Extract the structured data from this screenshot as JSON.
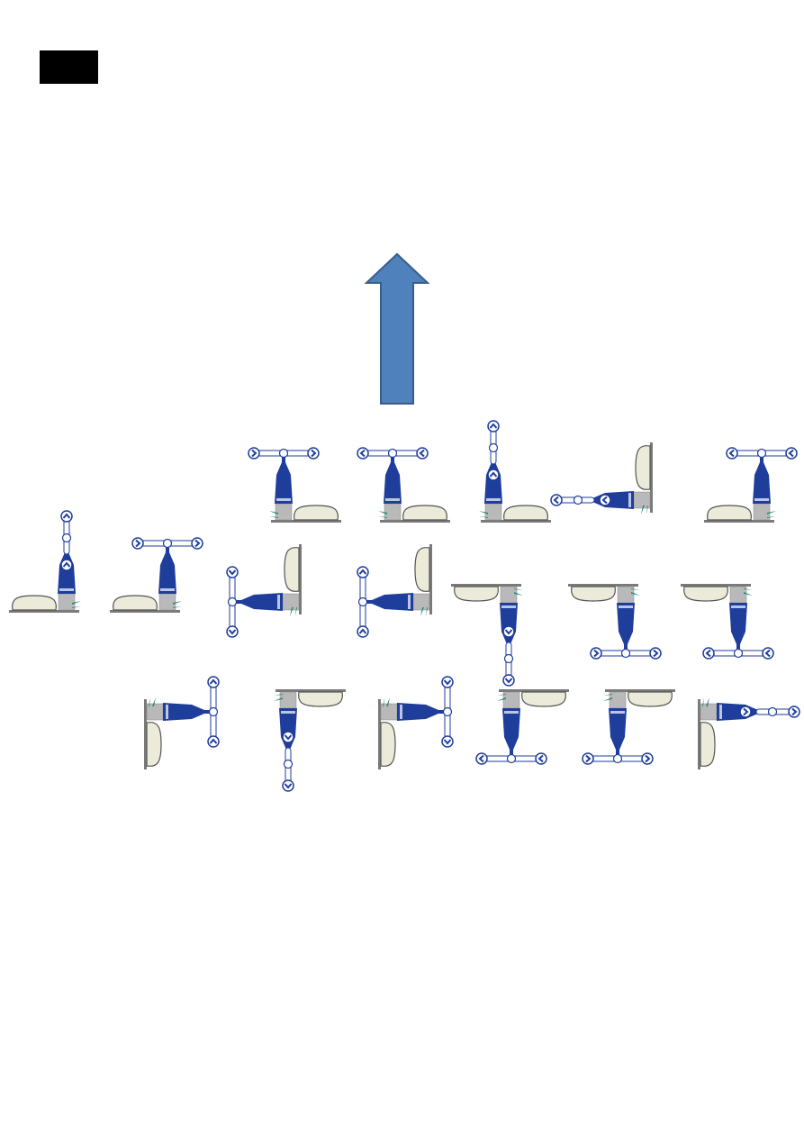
{
  "page": {
    "colors": {
      "tab": "#000000",
      "arrow_fill": "#4f81bd",
      "arrow_stroke": "#385d8a",
      "body": "#1f3e9b",
      "skirt": "#b9b9b9",
      "base": "#7a7a7a",
      "pad": "#ecead8",
      "accent": "#2a8a7c"
    }
  },
  "tab": {
    "label": ""
  },
  "arrow": {
    "direction": "up",
    "icon": "up-arrow-icon"
  },
  "units": [
    {
      "name": "unit-1",
      "orient": "up",
      "handle": "t-h",
      "arrows": "right",
      "flip": false
    },
    {
      "name": "unit-2",
      "orient": "up",
      "handle": "t-h",
      "arrows": "left",
      "flip": false
    },
    {
      "name": "unit-3",
      "orient": "up",
      "handle": "t-v",
      "arrows": "up",
      "flip": false
    },
    {
      "name": "unit-4",
      "orient": "left",
      "handle": "t-v",
      "arrows": "left",
      "flip": false
    },
    {
      "name": "unit-5",
      "orient": "up",
      "handle": "t-h",
      "arrows": "right",
      "flip": true
    },
    {
      "name": "unit-6",
      "orient": "up",
      "handle": "t-v",
      "arrows": "up",
      "flip": true
    },
    {
      "name": "unit-7",
      "orient": "up",
      "handle": "t-h",
      "arrows": "left",
      "flip": true
    },
    {
      "name": "unit-8",
      "orient": "left",
      "handle": "t-h",
      "arrows": "up",
      "flip": false
    },
    {
      "name": "unit-9",
      "orient": "left",
      "handle": "t-h",
      "arrows": "down",
      "flip": false
    },
    {
      "name": "unit-10",
      "orient": "down",
      "handle": "t-v",
      "arrows": "down",
      "flip": false
    },
    {
      "name": "unit-11",
      "orient": "down",
      "handle": "t-h",
      "arrows": "left",
      "flip": false
    },
    {
      "name": "unit-12",
      "orient": "down",
      "handle": "t-h",
      "arrows": "right",
      "flip": false
    },
    {
      "name": "unit-13",
      "orient": "right",
      "handle": "t-h",
      "arrows": "up",
      "flip": false
    },
    {
      "name": "unit-14",
      "orient": "down",
      "handle": "t-v",
      "arrows": "down",
      "flip": true
    },
    {
      "name": "unit-15",
      "orient": "right",
      "handle": "t-h",
      "arrows": "down",
      "flip": false
    },
    {
      "name": "unit-16",
      "orient": "down",
      "handle": "t-h",
      "arrows": "left",
      "flip": true
    },
    {
      "name": "unit-17",
      "orient": "down",
      "handle": "t-h",
      "arrows": "right",
      "flip": true
    },
    {
      "name": "unit-18",
      "orient": "right",
      "handle": "t-v",
      "arrows": "right",
      "flip": false
    }
  ]
}
